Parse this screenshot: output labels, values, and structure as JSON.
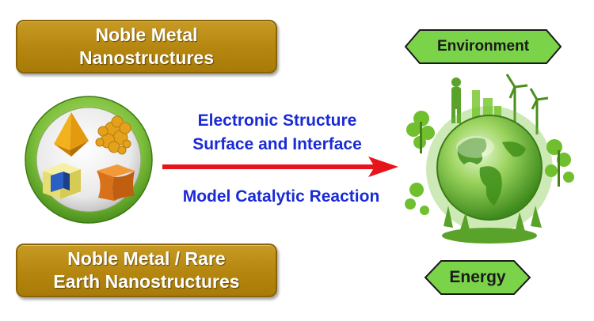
{
  "boxes": {
    "top": {
      "line1": "Noble Metal",
      "line2": "Nanostructures"
    },
    "bottom": {
      "line1": "Noble Metal / Rare",
      "line2": "Earth Nanostructures"
    }
  },
  "labels": {
    "electronic": "Electronic Structure",
    "surface": "Surface and Interface",
    "reaction": "Model Catalytic Reaction"
  },
  "outputs": {
    "environment": "Environment",
    "energy": "Energy"
  },
  "colors": {
    "gold": "#b5860f",
    "blue_text": "#1a2bd6",
    "arrow_red": "#e8141c",
    "hex_green": "#7bd34a",
    "globe_green": "#4fa82a"
  },
  "icons": [
    "octahedron-nanocrystal",
    "dendritic-nanoparticle",
    "core-shell-cube",
    "concave-cube",
    "green-earth-globe",
    "wind-turbine",
    "tree",
    "person"
  ]
}
